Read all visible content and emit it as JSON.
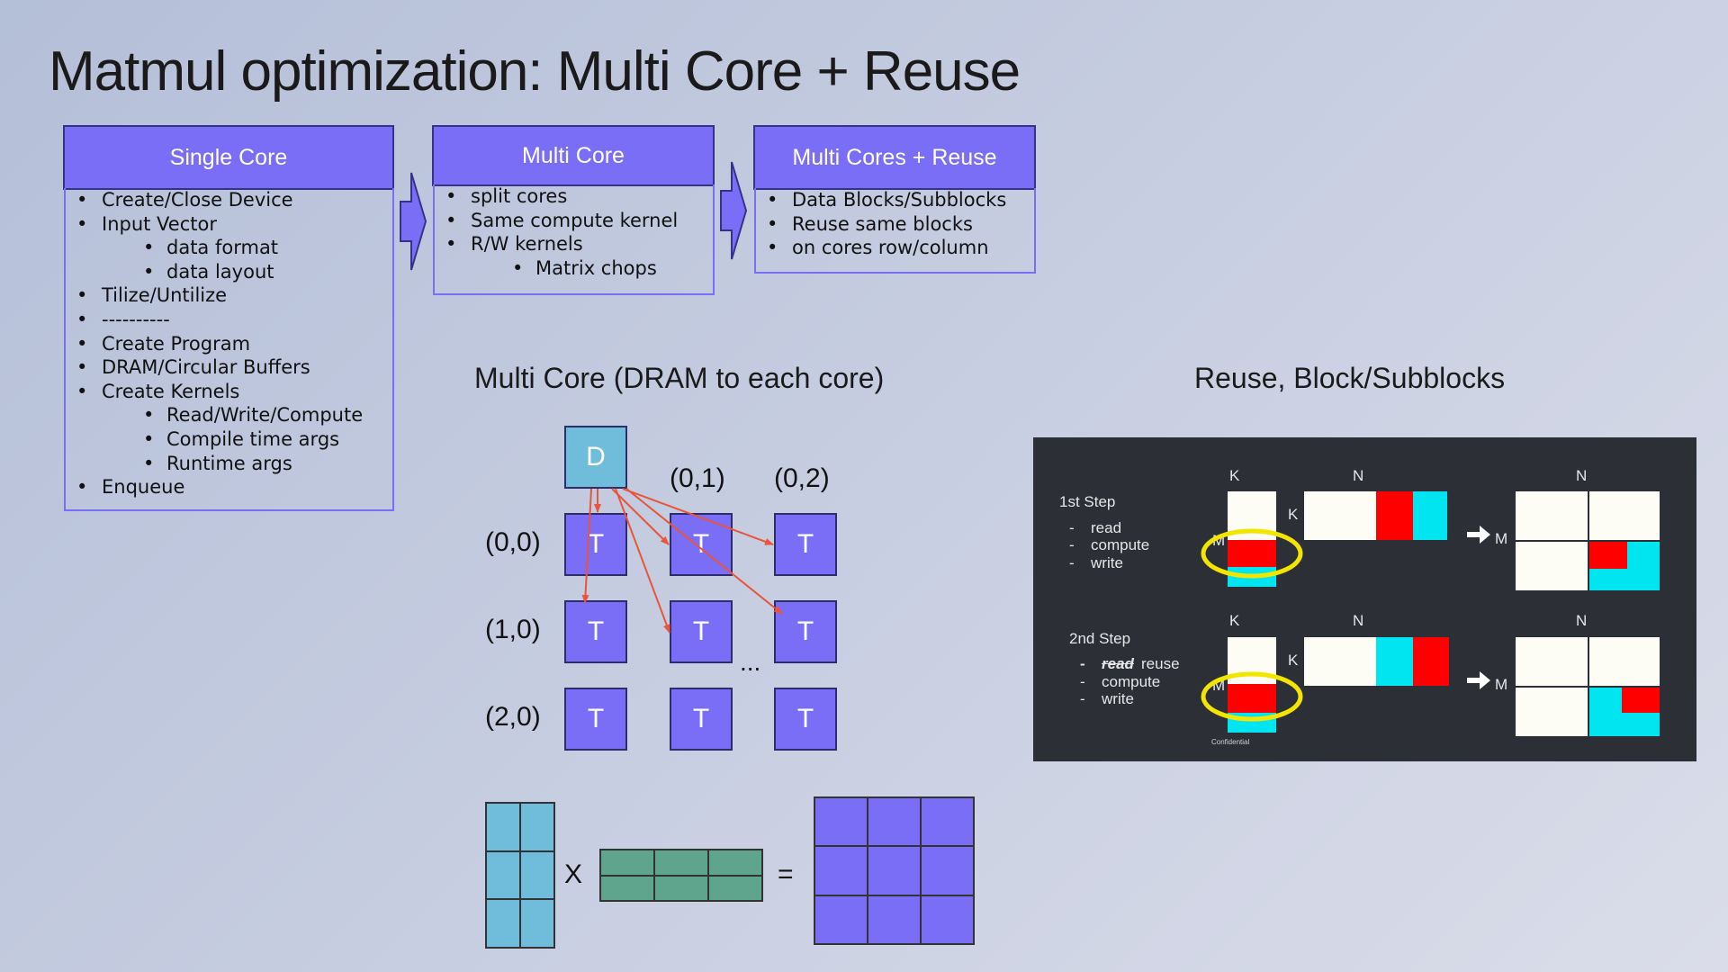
{
  "title": "Matmul optimization: Multi Core + Reuse",
  "cards": [
    {
      "header": "Single Core",
      "items": [
        {
          "text": "Create/Close Device",
          "level": 0
        },
        {
          "text": "Input Vector",
          "level": 0
        },
        {
          "text": "data format",
          "level": 1
        },
        {
          "text": "data layout",
          "level": 1
        },
        {
          "text": "Tilize/Untilize",
          "level": 0
        },
        {
          "text": "----------",
          "level": 0
        },
        {
          "text": "Create Program",
          "level": 0
        },
        {
          "text": "DRAM/Circular Buffers",
          "level": 0
        },
        {
          "text": "Create Kernels",
          "level": 0
        },
        {
          "text": "Read/Write/Compute",
          "level": 1
        },
        {
          "text": "Compile time args",
          "level": 1
        },
        {
          "text": "Runtime args",
          "level": 1
        },
        {
          "text": "Enqueue",
          "level": 0
        }
      ]
    },
    {
      "header": "Multi Core",
      "items": [
        {
          "text": "split cores",
          "level": 0
        },
        {
          "text": "Same compute kernel",
          "level": 0
        },
        {
          "text": "R/W kernels",
          "level": 0
        },
        {
          "text": "Matrix chops",
          "level": 1
        }
      ]
    },
    {
      "header": "Multi Cores + Reuse",
      "items": [
        {
          "text": "Data Blocks/Subblocks",
          "level": 0
        },
        {
          "text": "Reuse same blocks",
          "level": 0
        },
        {
          "text": "on cores row/column",
          "level": 0
        }
      ]
    }
  ],
  "multicore_diagram": {
    "title": "Multi Core (DRAM to each core)",
    "dram_label": "D",
    "tile_label": "T",
    "coord_labels": [
      "(0,1)",
      "(0,2)",
      "(0,0)",
      "(1,0)",
      "(2,0)"
    ],
    "ellipsis": "...",
    "times_symbol": "X",
    "equals_symbol": "=",
    "arrow_color": "#e8553a",
    "tile_color": "#7b6ef6",
    "dram_color": "#6fbcdb",
    "matrix_a_color": "#6fbcdb",
    "matrix_b_color": "#5fa58e"
  },
  "reuse_diagram": {
    "title": "Reuse, Block/Subblocks",
    "steps": [
      {
        "label": "1st Step",
        "items": [
          "read",
          "compute",
          "write"
        ]
      },
      {
        "label": "2nd Step",
        "items_struck": "read",
        "items_reuse": "reuse",
        "items": [
          "compute",
          "write"
        ]
      }
    ],
    "dash": "-",
    "axis_labels": {
      "k": "K",
      "n": "N",
      "m": "M"
    },
    "confidential": "Confidential",
    "colors": {
      "panel": "#2d2f37",
      "red": "#ff0000",
      "cyan": "#00e5f0",
      "highlight": "#f2e600",
      "cell": "#fdfcf5"
    }
  }
}
